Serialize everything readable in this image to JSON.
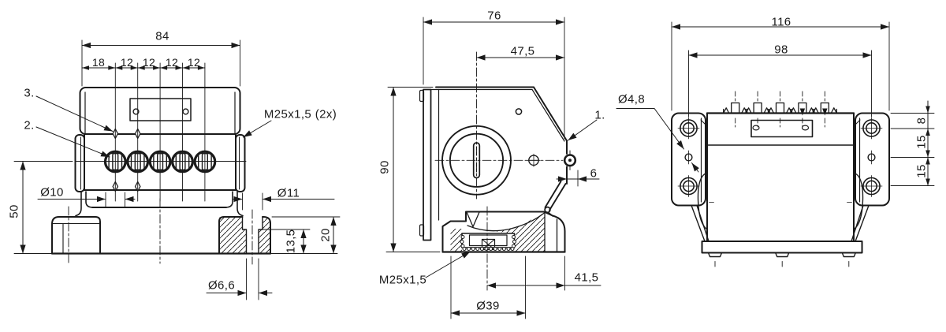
{
  "meta": {
    "type": "technical-drawing",
    "description": "Three-view dimensioned drawing of a limit-switch enclosure",
    "line_color": "#1a1a1a",
    "background": "#ffffff"
  },
  "labels": {
    "front": {
      "total_width": "84",
      "seg1": "18",
      "seg2": "12",
      "seg3": "12",
      "seg4": "12",
      "seg5": "12",
      "item3": "3.",
      "item2": "2.",
      "gland": "M25x1,5 (2x)",
      "knob_dia": "Ø10",
      "cbore_dia": "Ø11",
      "height": "50",
      "cbore_depth": "13,5",
      "base_height": "20",
      "hole_dia": "Ø6,6"
    },
    "side": {
      "depth": "76",
      "center_offset": "47,5",
      "height": "90",
      "item1": "1.",
      "lever_proj": "6",
      "gland": "M25x1,5",
      "gland_offset": "41,5",
      "gland_dia": "Ø39"
    },
    "back": {
      "total_width": "116",
      "mount_spacing": "98",
      "mount_hole_dia": "Ø4,8",
      "top_offset": "8",
      "pitch1": "15",
      "pitch2": "15"
    }
  }
}
